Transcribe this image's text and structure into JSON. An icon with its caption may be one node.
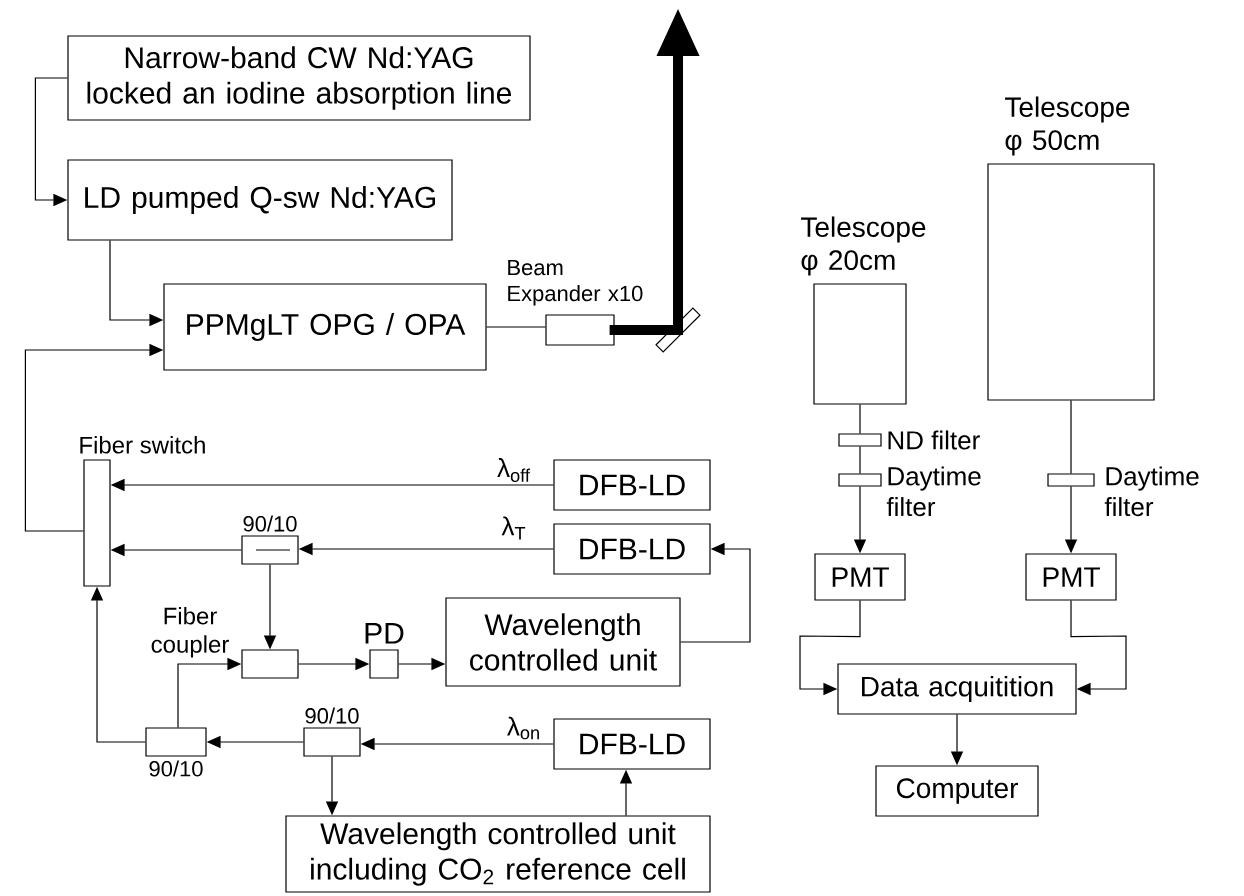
{
  "diagram": {
    "nodes": [
      {
        "text": [
          "Narrow-band CW Nd:YAG locked an iodine absorption line"
        ]
      },
      {
        "text": [
          "LD pumped Q-sw Nd:YAG"
        ]
      },
      {
        "text": [
          "PPMgLT OPG / OPA"
        ]
      },
      {
        "text": [],
        "shape": "box",
        "beside": [
          "Beam Expander x10"
        ]
      },
      {
        "text": [],
        "shape": "mirror"
      },
      {
        "text": [
          "Fiber switch"
        ]
      },
      {
        "text": [
          "DFB-LD"
        ]
      },
      {
        "text": [],
        "shape": "box",
        "beside": [
          "90/10"
        ]
      },
      {
        "text": [
          "DFB-LD"
        ]
      },
      {
        "text": [],
        "shape": "box",
        "beside": [
          "Fiber coupler"
        ]
      },
      {
        "text": [
          "PD"
        ]
      },
      {
        "text": [
          "Wavelength controlled unit"
        ]
      },
      {
        "text": [],
        "shape": "box",
        "beside": [
          "90/10"
        ]
      },
      {
        "text": [],
        "shape": "box",
        "beside": [
          "90/10"
        ]
      },
      {
        "text": [
          "DFB-LD"
        ]
      },
      {
        "text": [
          "Wavelength controlled unit including CO$_{2}$ reference cell"
        ]
      },
      {
        "text": [
          "Telescope φ 20cm"
        ]
      },
      {
        "text": [
          "Telescope φ 50cm"
        ]
      },
      {
        "text": [],
        "shape": "box",
        "beside": [
          "ND filter"
        ]
      },
      {
        "text": [],
        "shape": "box",
        "beside": [
          "Daytime filter"
        ]
      },
      {
        "text": [
          "PMT"
        ]
      },
      {
        "text": [],
        "shape": "box",
        "beside": [
          "Daytime filter"
        ]
      },
      {
        "text": [
          "PMT"
        ]
      },
      {
        "text": [
          "Data acquitition"
        ]
      },
      {
        "text": [
          "Computer"
        ]
      }
    ],
    "edges": [
      {
        "from": 0,
        "to": 1,
        "arrow": "to"
      },
      {
        "from": 1,
        "to": 2,
        "arrow": "to"
      },
      {
        "from": 5,
        "to": 2,
        "arrow": "to"
      },
      {
        "from": 2,
        "to": 3,
        "arrow": "none"
      },
      {
        "from": 3,
        "to": 4,
        "arrow": "none",
        "style": "thick"
      },
      {
        "from": 4,
        "to": null,
        "arrow": "to",
        "style": "thick"
      },
      {
        "from": 6,
        "to": 5,
        "arrow": "to",
        "label": "λ$_{off}$"
      },
      {
        "from": 8,
        "to": 7,
        "arrow": "to",
        "label": "λ$_{T}$"
      },
      {
        "from": 7,
        "to": 5,
        "arrow": "to"
      },
      {
        "from": 7,
        "to": 9,
        "arrow": "to"
      },
      {
        "from": 9,
        "to": 10,
        "arrow": "to"
      },
      {
        "from": 10,
        "to": 11,
        "arrow": "to"
      },
      {
        "from": 11,
        "to": 8,
        "arrow": "to"
      },
      {
        "from": 14,
        "to": 13,
        "arrow": "to",
        "label": "λ$_{on}$"
      },
      {
        "from": 13,
        "to": 12,
        "arrow": "to"
      },
      {
        "from": 13,
        "to": 15,
        "arrow": "to"
      },
      {
        "from": 12,
        "to": 5,
        "arrow": "to"
      },
      {
        "from": 12,
        "to": 9,
        "arrow": "to"
      },
      {
        "from": 15,
        "to": 14,
        "arrow": "to"
      },
      {
        "from": 16,
        "to": 18,
        "arrow": "none"
      },
      {
        "from": 18,
        "to": 19,
        "arrow": "none"
      },
      {
        "from": 19,
        "to": 20,
        "arrow": "to"
      },
      {
        "from": 17,
        "to": 21,
        "arrow": "none"
      },
      {
        "from": 21,
        "to": 22,
        "arrow": "to"
      },
      {
        "from": 20,
        "to": 23,
        "arrow": "to"
      },
      {
        "from": 22,
        "to": 23,
        "arrow": "to"
      },
      {
        "from": 23,
        "to": 24,
        "arrow": "to"
      }
    ]
  }
}
